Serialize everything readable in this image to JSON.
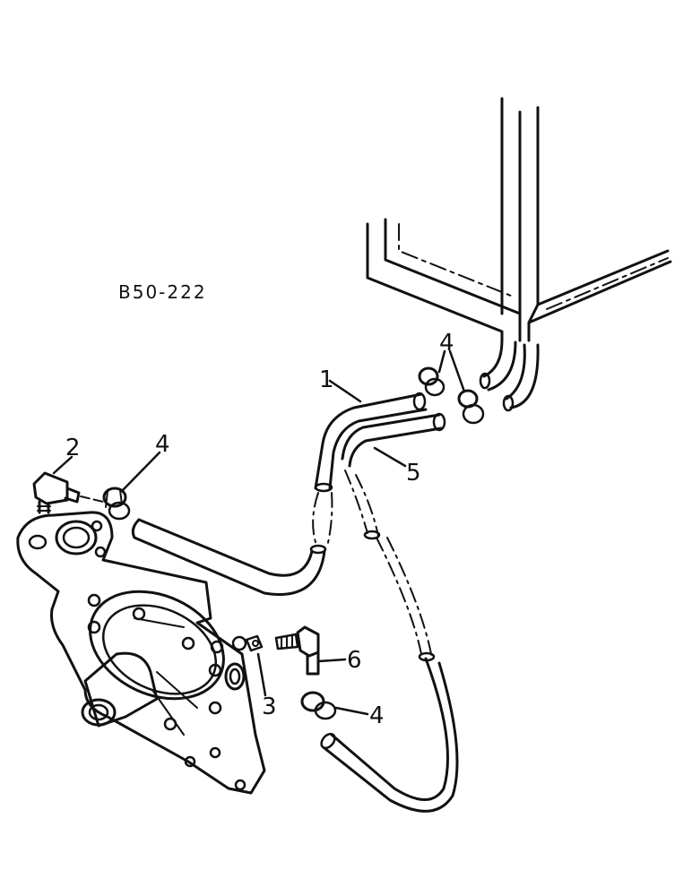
{
  "diagram": {
    "figure_code": "B50-222",
    "callouts": {
      "hose_upper": "1",
      "elbow_top": "2",
      "fitting_side": "3",
      "clamp_top_left": "4",
      "clamp_bottom": "4",
      "clamp_tank": "4",
      "hose_lower": "5",
      "elbow_side": "6"
    }
  }
}
